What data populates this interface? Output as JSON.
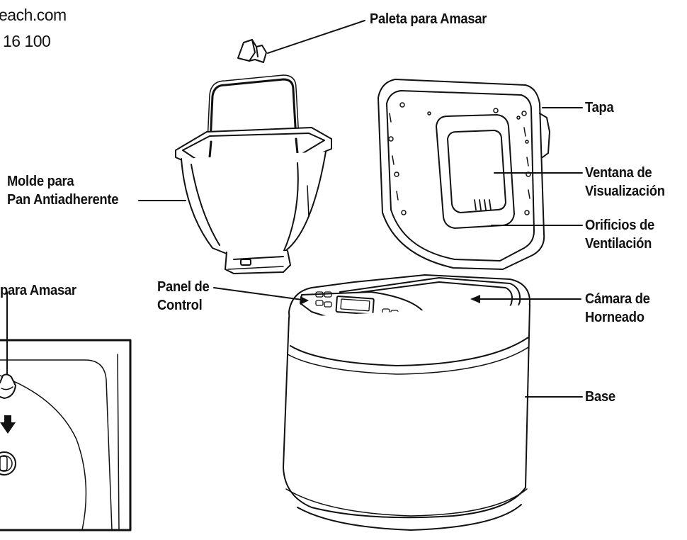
{
  "corner_text": {
    "line1": "each.com",
    "line2": "16 100"
  },
  "labels": {
    "paleta": "Paleta para Amasar",
    "tapa": "Tapa",
    "molde_line1": "Molde para",
    "molde_line2": "Pan Antiadherente",
    "ventana_line1": "Ventana de",
    "ventana_line2": "Visualización",
    "orificios_line1": "Orificios de",
    "orificios_line2": "Ventilación",
    "paleta_inset": "para Amasar",
    "panel_line1": "Panel de",
    "panel_line2": "Control",
    "camara_line1": "Cámara de",
    "camara_line2": "Horneado",
    "base": "Base"
  },
  "colors": {
    "line": "#111111",
    "fill": "#ffffff",
    "shade": "#e6e6e6"
  }
}
